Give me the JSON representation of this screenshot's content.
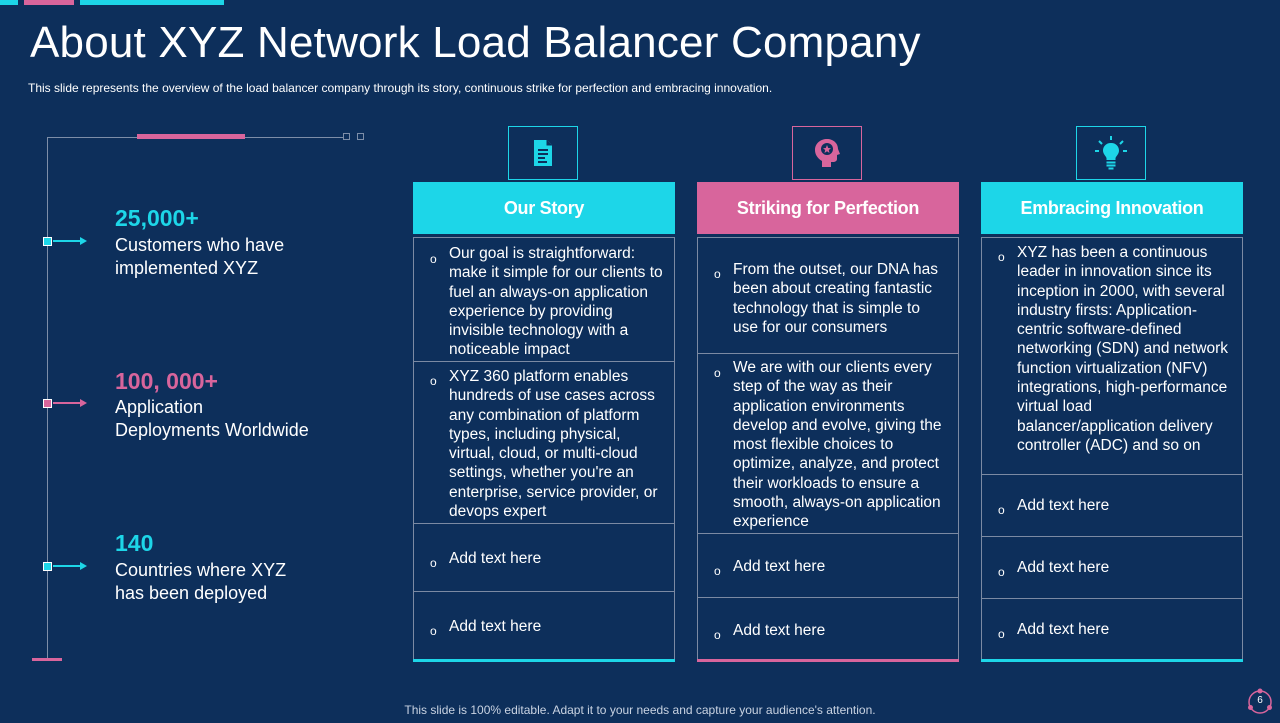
{
  "title": "About XYZ Network Load Balancer Company",
  "subtitle": "This slide represents the overview  of the load balancer company through its story, continuous strike for perfection and embracing innovation.",
  "colors": {
    "cyan": "#1dd6e8",
    "pink": "#d8659c",
    "background": "#0d2f5b",
    "panel": "#0a2a52"
  },
  "stats": [
    {
      "number": "25,000+",
      "label_line1": "Customers who have",
      "label_line2": "implemented XYZ",
      "color": "#1dd6e8"
    },
    {
      "number": "100, 000+",
      "label_line1": "Application",
      "label_line2": "Deployments Worldwide",
      "color": "#d8659c"
    },
    {
      "number": "140",
      "label_line1": "Countries where XYZ",
      "label_line2": "has been deployed",
      "color": "#1dd6e8"
    }
  ],
  "columns": [
    {
      "header": "Our Story",
      "icon": "document-icon",
      "items": [
        "Our goal is straightforward: make it simple for our clients to fuel an always-on application experience by providing invisible technology with a noticeable impact",
        "XYZ 360 platform enables hundreds of use cases across any combination of platform types, including physical, virtual, cloud, or multi-cloud settings, whether you're an enterprise, service provider, or devops expert",
        "Add text here",
        "Add text here"
      ]
    },
    {
      "header": "Striking for Perfection",
      "icon": "head-star-icon",
      "items": [
        "From the outset, our DNA has been about creating fantastic technology that is simple to use for our consumers",
        "We are with our clients every step of the way as their application environments develop and evolve, giving the most flexible choices to optimize, analyze, and protect their workloads to ensure a smooth, always-on application experience",
        "Add text here",
        "Add text here"
      ]
    },
    {
      "header": "Embracing Innovation",
      "icon": "lightbulb-icon",
      "items": [
        "XYZ has been a continuous leader in innovation since its inception in 2000, with several industry firsts: Application-centric software-defined networking (SDN) and network function virtualization (NFV) integrations, high-performance virtual load balancer/application delivery controller (ADC) and so on",
        "Add text here",
        "Add text here",
        "Add text here"
      ]
    }
  ],
  "footer": "This slide is 100% editable. Adapt it to your needs and capture your audience's attention.",
  "page_number": "6"
}
